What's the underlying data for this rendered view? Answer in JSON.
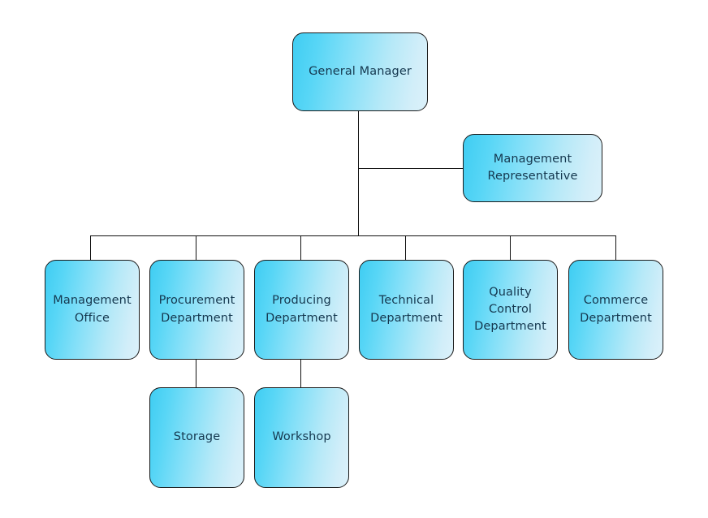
{
  "chart_data": {
    "type": "diagram",
    "diagram_type": "organizational-chart",
    "title": "",
    "orientation": "top-down",
    "background_color": "#ffffff",
    "node_fill_gradient": [
      "#3fcdf2",
      "#dcf1fa"
    ],
    "node_border_color": "#1b1b1b",
    "node_text_color": "#15384f",
    "connector_color": "#111111",
    "levels": [
      [
        "General Manager"
      ],
      [
        "Management Representative"
      ],
      [
        "Management Office",
        "Procurement Department",
        "Producing Department",
        "Technical Department",
        "Quality Control Department",
        "Commerce Department"
      ],
      [
        "Storage",
        "Workshop"
      ]
    ],
    "edges": [
      {
        "from": "General Manager",
        "to": "Management Representative"
      },
      {
        "from": "General Manager",
        "to": "Management Office"
      },
      {
        "from": "General Manager",
        "to": "Procurement Department"
      },
      {
        "from": "General Manager",
        "to": "Producing Department"
      },
      {
        "from": "General Manager",
        "to": "Technical Department"
      },
      {
        "from": "General Manager",
        "to": "Quality Control Department"
      },
      {
        "from": "General Manager",
        "to": "Commerce Department"
      },
      {
        "from": "Procurement Department",
        "to": "Storage"
      },
      {
        "from": "Producing Department",
        "to": "Workshop"
      }
    ]
  },
  "nodes": {
    "general_manager": {
      "label": "General Manager"
    },
    "management_representative": {
      "label": "Management\nRepresentative"
    },
    "management_office": {
      "label": "Management\nOffice"
    },
    "procurement_department": {
      "label": "Procurement\nDepartment"
    },
    "producing_department": {
      "label": "Producing\nDepartment"
    },
    "technical_department": {
      "label": "Technical\nDepartment"
    },
    "quality_control_department": {
      "label": "Quality\nControl\nDepartment"
    },
    "commerce_department": {
      "label": "Commerce\nDepartment"
    },
    "storage": {
      "label": "Storage"
    },
    "workshop": {
      "label": "Workshop"
    }
  }
}
